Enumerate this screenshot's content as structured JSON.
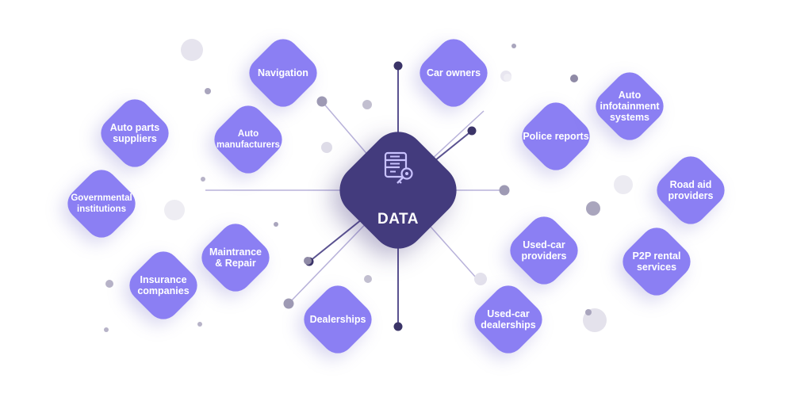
{
  "hub": {
    "label": "DATA",
    "icon": "database-key-icon"
  },
  "nodes": [
    {
      "id": "navigation",
      "label": "Navigation"
    },
    {
      "id": "car-owners",
      "label": "Car owners"
    },
    {
      "id": "auto-parts-suppliers",
      "label": "Auto parts\nsuppliers"
    },
    {
      "id": "auto-manufacturers",
      "label": "Auto\nmanufacturers"
    },
    {
      "id": "police-reports",
      "label": "Police reports"
    },
    {
      "id": "auto-infotainment-systems",
      "label": "Auto\ninfotainment\nsystems"
    },
    {
      "id": "governmental-institutions",
      "label": "Governmental\ninstitutions"
    },
    {
      "id": "road-aid-providers",
      "label": "Road aid\nproviders"
    },
    {
      "id": "maintrance-repair",
      "label": "Maintrance\n& Repair"
    },
    {
      "id": "used-car-providers",
      "label": "Used-car\nproviders"
    },
    {
      "id": "p2p-rental-services",
      "label": "P2P rental\nservices"
    },
    {
      "id": "insurance-companies",
      "label": "Insurance\ncompanies"
    },
    {
      "id": "dealerships",
      "label": "Dealerships"
    },
    {
      "id": "used-car-dealerships",
      "label": "Used-car\ndealerships"
    }
  ],
  "colors": {
    "node": "#8b7ff3",
    "hub": "#433b7d",
    "line": "#b8b2da",
    "dot_dark": "#3b3468",
    "dot_light": "#d9d7e6"
  }
}
